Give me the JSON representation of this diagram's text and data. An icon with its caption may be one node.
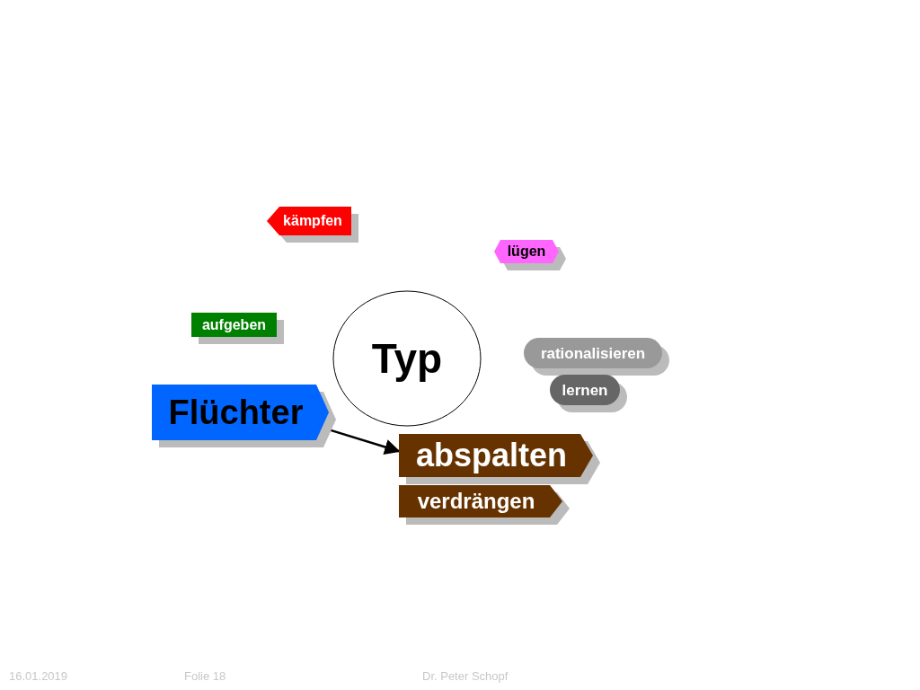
{
  "diagram": {
    "nodes": [
      {
        "text": [
          "kämpfen"
        ]
      },
      {
        "text": [
          "lügen"
        ]
      },
      {
        "text": [
          "aufgeben"
        ]
      },
      {
        "text": [
          "Typ"
        ]
      },
      {
        "text": [
          "rationalisieren"
        ]
      },
      {
        "text": [
          "lernen"
        ]
      },
      {
        "text": [
          "Flüchter"
        ]
      },
      {
        "text": [
          "abspalten"
        ]
      },
      {
        "text": [
          "verdrängen"
        ]
      }
    ],
    "edges": [
      {
        "from": 6,
        "to": 7,
        "arrow": "to"
      }
    ],
    "labels": [
      "16.01.2019",
      "Folie 18",
      "Dr. Peter Schopf"
    ]
  }
}
